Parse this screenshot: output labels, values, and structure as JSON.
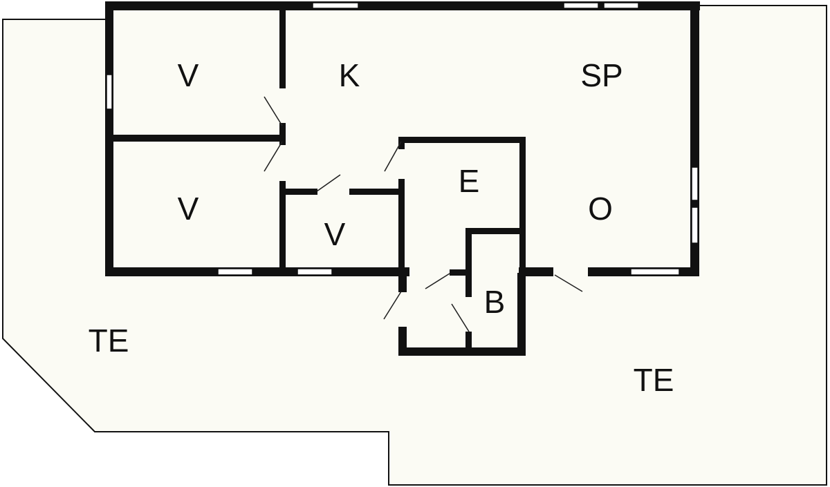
{
  "floorplan": {
    "colors": {
      "background": "#ffffff",
      "terrace": "#fbfbf4",
      "interior": "#fbfbf4",
      "wall": "#111111",
      "outline": "#111111"
    },
    "rooms": {
      "bedroom_top": "V",
      "bedroom_bottom": "V",
      "bedroom_small": "V",
      "kitchen": "K",
      "dining": "SP",
      "living": "O",
      "entrance": "E",
      "bathroom": "B",
      "terrace_left": "TE",
      "terrace_right": "TE"
    }
  }
}
